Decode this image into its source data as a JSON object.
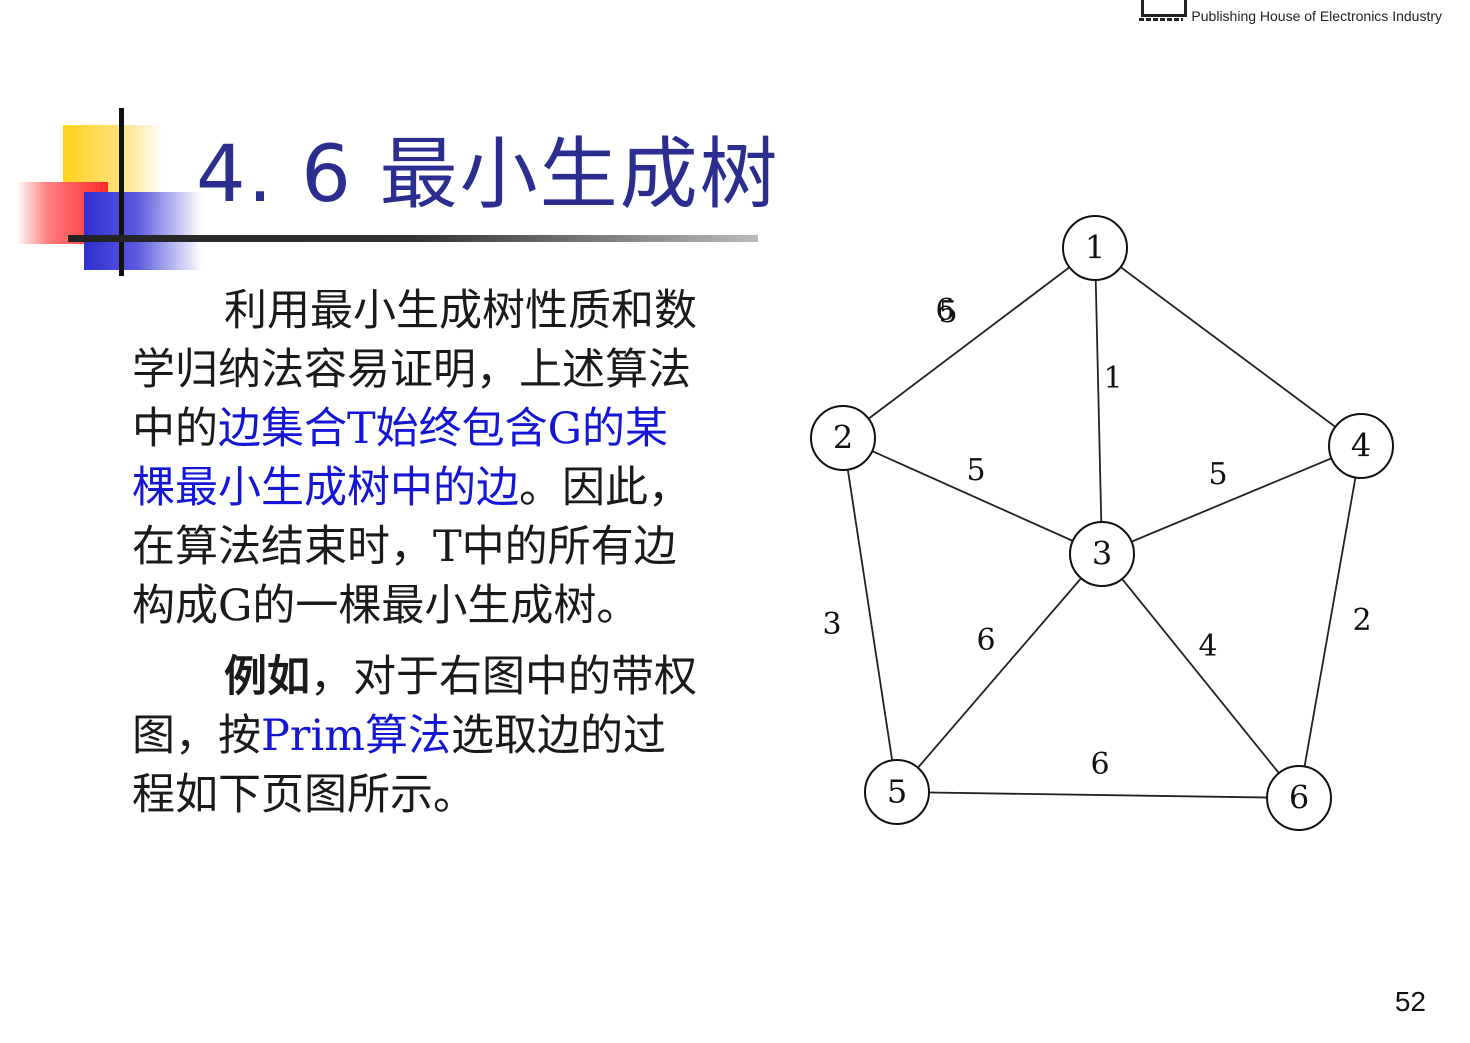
{
  "header": {
    "publisher_en": "Publishing House of Electronics Industry"
  },
  "slide": {
    "title": "4. 6  最小生成树",
    "paragraph1": {
      "part1": "利用最小生成树性质和数学归纳法容易证明，上述算法中的",
      "part2_highlight": "边集合T始终包含G的某棵最小生成树中的边",
      "part3": "。因此，在算法结束时，T中的所有边构成G的一棵最小生成树。"
    },
    "paragraph2": {
      "part1_bold": "例如",
      "part2": "，对于右图中的带权图，按",
      "part3_highlight": "Prim算法",
      "part4": "选取边的过程如下页图所示。"
    },
    "page_number": "52"
  },
  "graph": {
    "nodes": [
      {
        "id": "1",
        "label": "1"
      },
      {
        "id": "2",
        "label": "2"
      },
      {
        "id": "3",
        "label": "3"
      },
      {
        "id": "4",
        "label": "4"
      },
      {
        "id": "5",
        "label": "5"
      },
      {
        "id": "6",
        "label": "6"
      }
    ],
    "edges": [
      {
        "from": "1",
        "to": "2",
        "weight": "6"
      },
      {
        "from": "1",
        "to": "4",
        "weight": "5"
      },
      {
        "from": "1",
        "to": "3",
        "weight": "1"
      },
      {
        "from": "2",
        "to": "3",
        "weight": "5"
      },
      {
        "from": "3",
        "to": "4",
        "weight": "5"
      },
      {
        "from": "2",
        "to": "5",
        "weight": "3"
      },
      {
        "from": "4",
        "to": "6",
        "weight": "2"
      },
      {
        "from": "3",
        "to": "5",
        "weight": "6"
      },
      {
        "from": "3",
        "to": "6",
        "weight": "4"
      },
      {
        "from": "5",
        "to": "6",
        "weight": "6"
      }
    ]
  }
}
